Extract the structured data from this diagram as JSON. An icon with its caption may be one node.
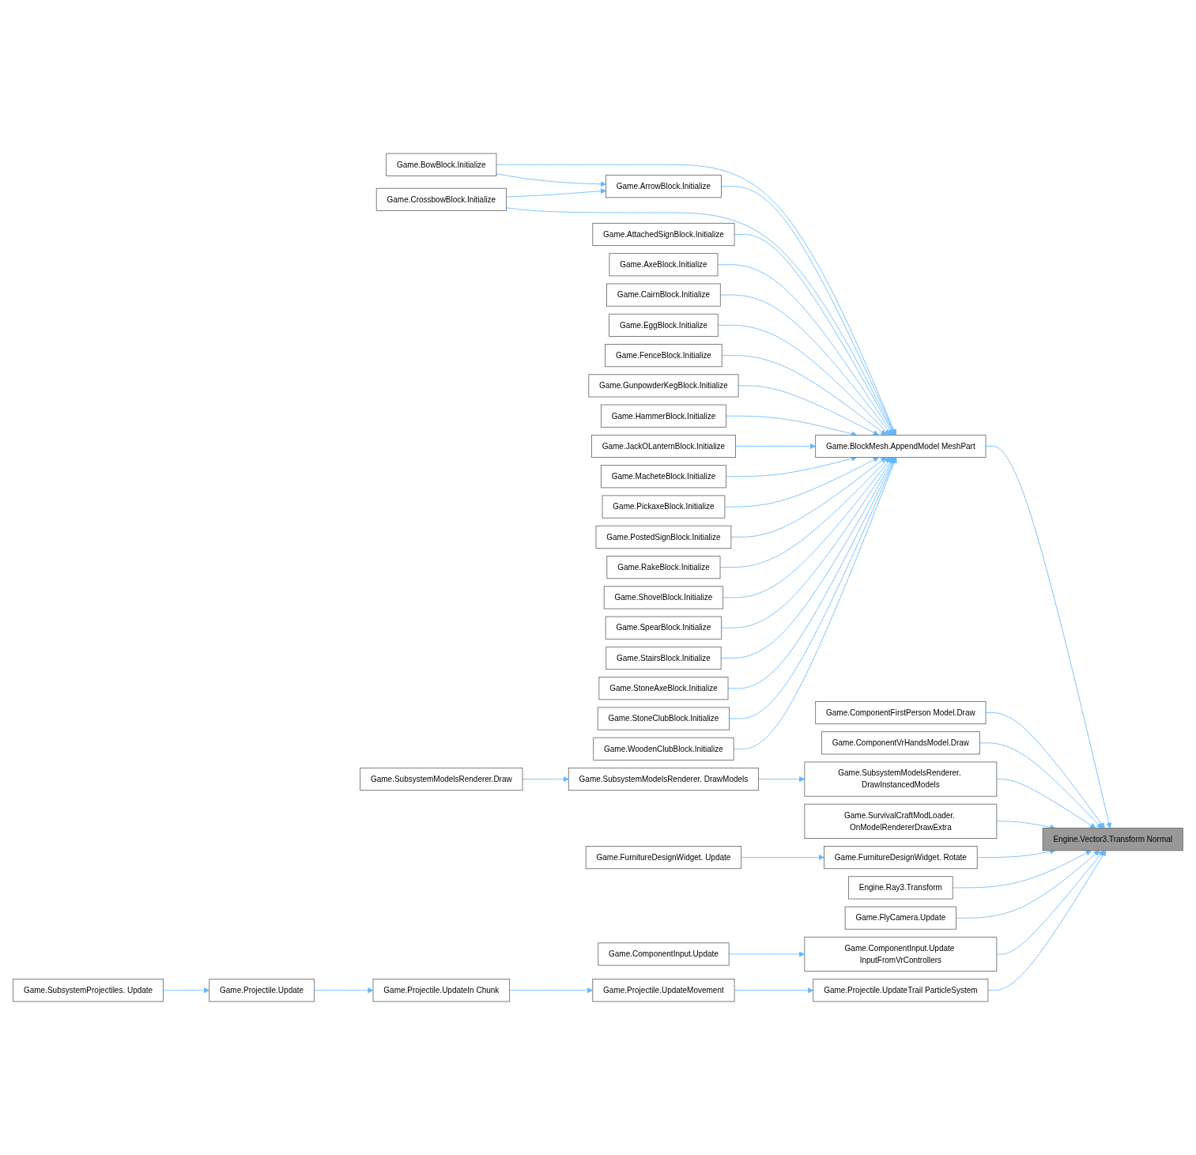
{
  "diagram": {
    "nodes": [
      {
        "text": [
          "Game.BowBlock.Initialize"
        ]
      },
      {
        "text": [
          "Game.ArrowBlock.Initialize"
        ]
      },
      {
        "text": [
          "Game.CrossbowBlock.Initialize"
        ]
      },
      {
        "text": [
          "Game.AttachedSignBlock.Initialize"
        ]
      },
      {
        "text": [
          "Game.AxeBlock.Initialize"
        ]
      },
      {
        "text": [
          "Game.CairnBlock.Initialize"
        ]
      },
      {
        "text": [
          "Game.EggBlock.Initialize"
        ]
      },
      {
        "text": [
          "Game.FenceBlock.Initialize"
        ]
      },
      {
        "text": [
          "Game.GunpowderKegBlock.Initialize"
        ]
      },
      {
        "text": [
          "Game.HammerBlock.Initialize"
        ]
      },
      {
        "text": [
          "Game.JackOLanternBlock.Initialize"
        ]
      },
      {
        "text": [
          "Game.BlockMesh.AppendModel MeshPart"
        ]
      },
      {
        "text": [
          "Game.MacheteBlock.Initialize"
        ]
      },
      {
        "text": [
          "Game.PickaxeBlock.Initialize"
        ]
      },
      {
        "text": [
          "Game.PostedSignBlock.Initialize"
        ]
      },
      {
        "text": [
          "Game.RakeBlock.Initialize"
        ]
      },
      {
        "text": [
          "Game.ShovelBlock.Initialize"
        ]
      },
      {
        "text": [
          "Game.SpearBlock.Initialize"
        ]
      },
      {
        "text": [
          "Game.StairsBlock.Initialize"
        ]
      },
      {
        "text": [
          "Game.StoneAxeBlock.Initialize"
        ]
      },
      {
        "text": [
          "Game.StoneClubBlock.Initialize"
        ]
      },
      {
        "text": [
          "Game.WoodenClubBlock.Initialize"
        ]
      },
      {
        "text": [
          "Game.ComponentFirstPerson Model.Draw"
        ]
      },
      {
        "text": [
          "Game.ComponentVrHandsModel.Draw"
        ]
      },
      {
        "text": [
          "Game.SubsystemModelsRenderer. DrawInstancedModels"
        ]
      },
      {
        "text": [
          "Game.SubsystemModelsRenderer.Draw"
        ]
      },
      {
        "text": [
          "Game.SubsystemModelsRenderer. DrawModels"
        ]
      },
      {
        "text": [
          "Game.SurvivalCraftModLoader. OnModelRendererDrawExtra"
        ]
      },
      {
        "text": [
          "Engine.Vector3.Transform Normal"
        ]
      },
      {
        "text": [
          "Game.FurnitureDesignWidget. Update"
        ]
      },
      {
        "text": [
          "Game.FurnitureDesignWidget. Rotate"
        ]
      },
      {
        "text": [
          "Engine.Ray3.Transform"
        ]
      },
      {
        "text": [
          "Game.FlyCamera.Update"
        ]
      },
      {
        "text": [
          "Game.ComponentInput.Update"
        ]
      },
      {
        "text": [
          "Game.ComponentInput.Update InputFromVrControllers"
        ]
      },
      {
        "text": [
          "Game.SubsystemProjectiles. Update"
        ]
      },
      {
        "text": [
          "Game.Projectile.Update"
        ]
      },
      {
        "text": [
          "Game.Projectile.UpdateIn Chunk"
        ]
      },
      {
        "text": [
          "Game.Projectile.UpdateMovement"
        ]
      },
      {
        "text": [
          "Game.Projectile.UpdateTrail ParticleSystem"
        ]
      }
    ],
    "edges": [
      {
        "from": 0,
        "to": 1,
        "arrow": "to"
      },
      {
        "from": 2,
        "to": 1,
        "arrow": "to"
      },
      {
        "from": 0,
        "to": 11,
        "arrow": "to"
      },
      {
        "from": 1,
        "to": 11,
        "arrow": "to"
      },
      {
        "from": 2,
        "to": 11,
        "arrow": "to"
      },
      {
        "from": 3,
        "to": 11,
        "arrow": "to"
      },
      {
        "from": 4,
        "to": 11,
        "arrow": "to"
      },
      {
        "from": 5,
        "to": 11,
        "arrow": "to"
      },
      {
        "from": 6,
        "to": 11,
        "arrow": "to"
      },
      {
        "from": 7,
        "to": 11,
        "arrow": "to"
      },
      {
        "from": 8,
        "to": 11,
        "arrow": "to"
      },
      {
        "from": 9,
        "to": 11,
        "arrow": "to"
      },
      {
        "from": 10,
        "to": 11,
        "arrow": "to"
      },
      {
        "from": 12,
        "to": 11,
        "arrow": "to"
      },
      {
        "from": 13,
        "to": 11,
        "arrow": "to"
      },
      {
        "from": 14,
        "to": 11,
        "arrow": "to"
      },
      {
        "from": 15,
        "to": 11,
        "arrow": "to"
      },
      {
        "from": 16,
        "to": 11,
        "arrow": "to"
      },
      {
        "from": 17,
        "to": 11,
        "arrow": "to"
      },
      {
        "from": 18,
        "to": 11,
        "arrow": "to"
      },
      {
        "from": 19,
        "to": 11,
        "arrow": "to"
      },
      {
        "from": 20,
        "to": 11,
        "arrow": "to"
      },
      {
        "from": 21,
        "to": 11,
        "arrow": "to"
      },
      {
        "from": 11,
        "to": 28,
        "arrow": "to"
      },
      {
        "from": 22,
        "to": 28,
        "arrow": "to"
      },
      {
        "from": 23,
        "to": 28,
        "arrow": "to"
      },
      {
        "from": 24,
        "to": 28,
        "arrow": "to"
      },
      {
        "from": 25,
        "to": 26,
        "arrow": "to"
      },
      {
        "from": 26,
        "to": 24,
        "arrow": "to"
      },
      {
        "from": 27,
        "to": 28,
        "arrow": "to"
      },
      {
        "from": 29,
        "to": 30,
        "arrow": "to"
      },
      {
        "from": 30,
        "to": 28,
        "arrow": "to"
      },
      {
        "from": 31,
        "to": 28,
        "arrow": "to"
      },
      {
        "from": 32,
        "to": 28,
        "arrow": "to"
      },
      {
        "from": 33,
        "to": 34,
        "arrow": "to"
      },
      {
        "from": 34,
        "to": 28,
        "arrow": "to"
      },
      {
        "from": 35,
        "to": 36,
        "arrow": "to"
      },
      {
        "from": 36,
        "to": 37,
        "arrow": "to"
      },
      {
        "from": 37,
        "to": 38,
        "arrow": "to"
      },
      {
        "from": 38,
        "to": 39,
        "arrow": "to"
      },
      {
        "from": 39,
        "to": 28,
        "arrow": "to"
      }
    ]
  }
}
